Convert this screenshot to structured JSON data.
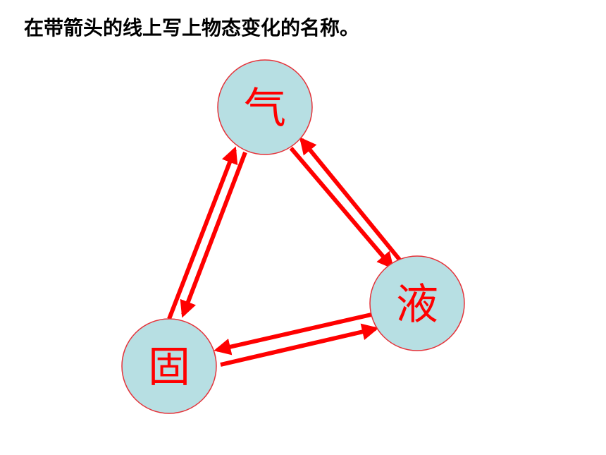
{
  "instruction": "在带箭头的线上写上物态变化的名称。",
  "colors": {
    "node_fill": "#b7dfe3",
    "node_stroke": "#e5333a",
    "arrow": "#ff0000",
    "label": "#ff0000"
  },
  "nodes": {
    "gas": "气",
    "liquid": "液",
    "solid": "固"
  }
}
